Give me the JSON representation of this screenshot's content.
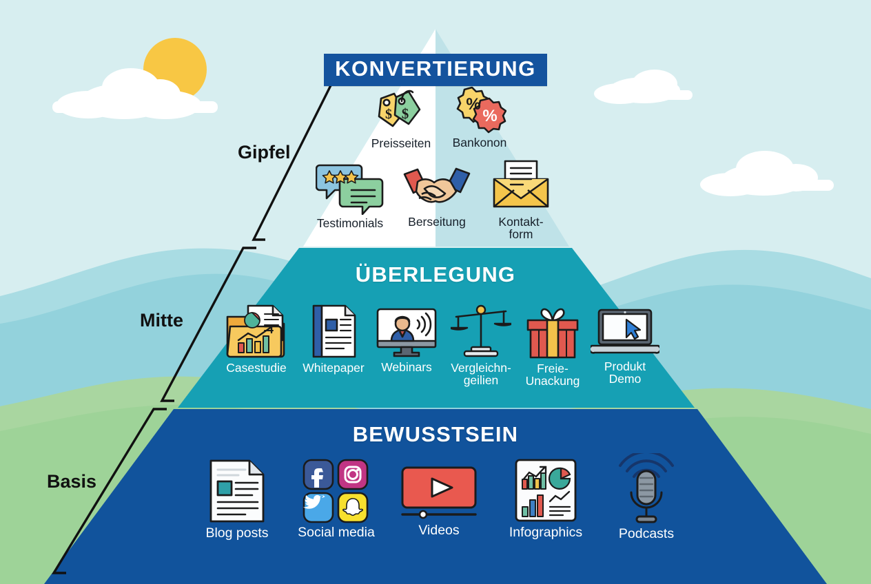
{
  "palette": {
    "sky": "#d7eef0",
    "hill_teal_back": "#a6dbe3",
    "hill_teal_front": "#95d3dd",
    "hill_green_back": "#a9d8a3",
    "hill_green_front": "#9ed39a",
    "sun": "#f6c košík"
  },
  "colors": {
    "sky": "#d7eef0",
    "hill_far": "#a9dce3",
    "hill_near": "#93d2dc",
    "green_far": "#a9d6a0",
    "green_near": "#9ed398",
    "sun": "#f8c744",
    "cloud": "#ffffff",
    "tier_top_left": "#ffffff",
    "tier_top_right": "#bfe2e8",
    "tier_mid": "#16a0b4",
    "tier_bot": "#11539c",
    "banner": "#14539e",
    "leader_line": "#111111"
  },
  "tiers": [
    {
      "id": "top",
      "heading": "KONVERTIERUNG",
      "side_label": "Gipfel",
      "items": [
        {
          "caption": "Preisseiten",
          "icon": "price-tags-icon"
        },
        {
          "caption": "Bankonon",
          "icon": "discount-badges-icon"
        },
        {
          "caption": "Testimonials",
          "icon": "review-chat-bubbles-icon"
        },
        {
          "caption": "Berseitung",
          "icon": "handshake-icon"
        },
        {
          "caption": "Kontakt-\nform",
          "icon": "envelope-letter-icon"
        }
      ]
    },
    {
      "id": "middle",
      "heading": "ÜBERLEGUNG",
      "side_label": "Mitte",
      "items": [
        {
          "caption": "Casestudie",
          "icon": "folder-chart-icon"
        },
        {
          "caption": "Whitepaper",
          "icon": "document-page-icon"
        },
        {
          "caption": "Webinars",
          "icon": "webinar-monitor-icon"
        },
        {
          "caption": "Vergleichn-\ngeilien",
          "icon": "scales-balance-icon"
        },
        {
          "caption": "Freie-\nUnackung",
          "icon": "gift-box-icon"
        },
        {
          "caption": "Produkt\nDemo",
          "icon": "laptop-cursor-icon"
        }
      ]
    },
    {
      "id": "bottom",
      "heading": "BEWUSSTSEIN",
      "side_label": "Basis",
      "items": [
        {
          "caption": "Blog posts",
          "icon": "article-document-icon"
        },
        {
          "caption": "Social media",
          "icon": "social-app-tiles-icon"
        },
        {
          "caption": "Videos",
          "icon": "video-player-icon"
        },
        {
          "caption": "Infographics",
          "icon": "infographic-charts-icon"
        },
        {
          "caption": "Podcasts",
          "icon": "microphone-icon"
        }
      ]
    }
  ],
  "scenery": {
    "sun": "sun-icon",
    "clouds": [
      "cloud-icon",
      "cloud-icon",
      "cloud-icon"
    ]
  }
}
